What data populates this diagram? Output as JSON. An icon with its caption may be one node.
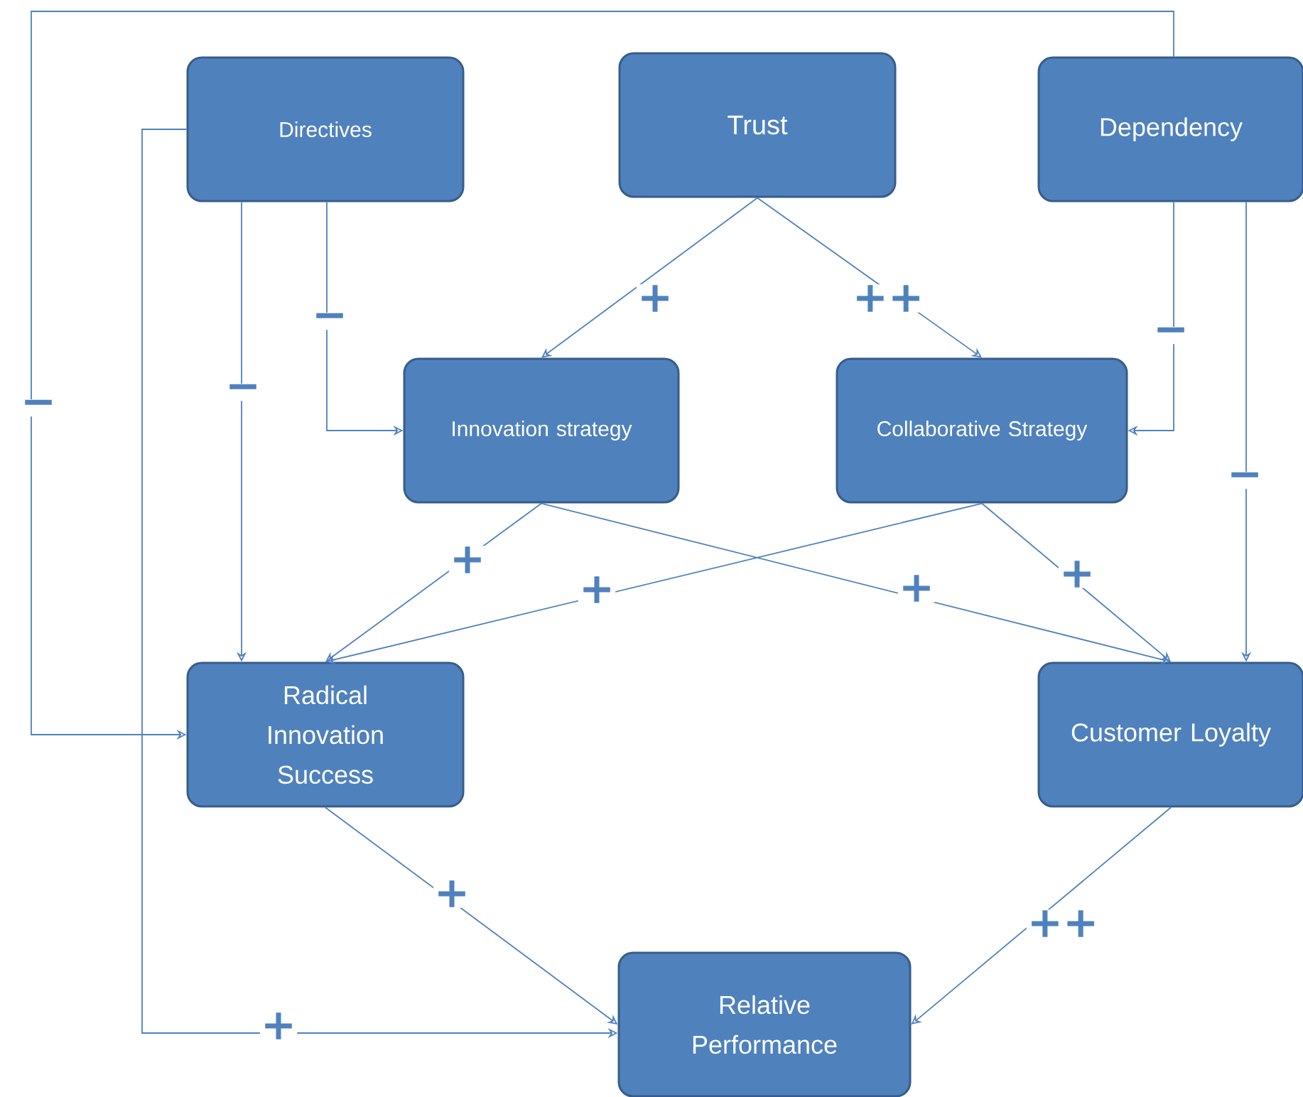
{
  "diagram": {
    "nodes": [
      {
        "text": [
          "Directives"
        ]
      },
      {
        "text": [
          "Trust"
        ]
      },
      {
        "text": [
          "Dependency"
        ]
      },
      {
        "text": [
          "Innovation strategy"
        ]
      },
      {
        "text": [
          "Collaborative Strategy"
        ]
      },
      {
        "text": [
          "Radical Innovation Success"
        ]
      },
      {
        "text": [
          "Customer Loyalty"
        ]
      },
      {
        "text": [
          "Relative Performance"
        ]
      }
    ],
    "edges": [
      {
        "from": 1,
        "to": 3,
        "arrow": "to",
        "label": "+"
      },
      {
        "from": 1,
        "to": 4,
        "arrow": "to",
        "label": "++"
      },
      {
        "from": 0,
        "to": 3,
        "arrow": "to",
        "label": "−"
      },
      {
        "from": 0,
        "to": 5,
        "arrow": "to",
        "label": "−"
      },
      {
        "from": 0,
        "to": 7,
        "arrow": "to",
        "label": "+"
      },
      {
        "from": 2,
        "to": 5,
        "arrow": "to",
        "label": "−"
      },
      {
        "from": 2,
        "to": 4,
        "arrow": "to",
        "label": "−"
      },
      {
        "from": 2,
        "to": 6,
        "arrow": "to",
        "label": "−"
      },
      {
        "from": 3,
        "to": 5,
        "arrow": "to",
        "label": "+"
      },
      {
        "from": 3,
        "to": 6,
        "arrow": "to",
        "label": "+"
      },
      {
        "from": 4,
        "to": 5,
        "arrow": "to",
        "label": "+"
      },
      {
        "from": 4,
        "to": 6,
        "arrow": "to",
        "label": "+"
      },
      {
        "from": 5,
        "to": 7,
        "arrow": "to",
        "label": "+"
      },
      {
        "from": 6,
        "to": 7,
        "arrow": "to",
        "label": "++"
      }
    ]
  }
}
